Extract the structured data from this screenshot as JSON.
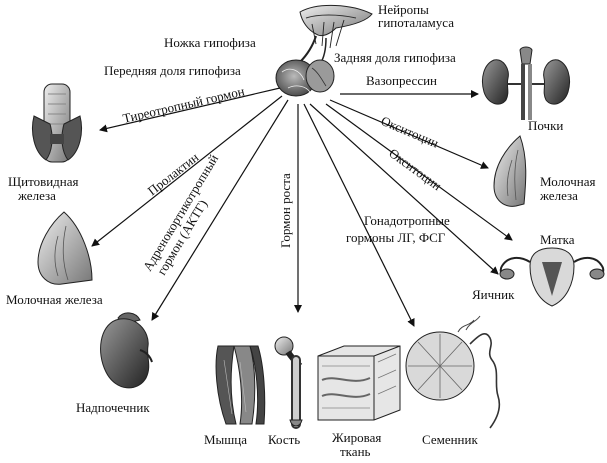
{
  "colors": {
    "ink": "#111111",
    "organ_dark": "#333333",
    "organ_mid": "#8a8a8a",
    "organ_light": "#d2d2d2"
  },
  "center": {
    "hypothalamus_neurons": [
      "Нейропы",
      "гипоталамуса"
    ],
    "stalk": "Ножка гипофиза",
    "anterior": "Передняя доля гипофиза",
    "posterior": "Задняя доля гипофиза"
  },
  "hormones": {
    "vasopressin": "Вазопрессин",
    "oxytocin_1": "Окситоцин",
    "oxytocin_2": "Окситоцин",
    "tsh": "Тиреотропный гормон",
    "prolactin": "Пролактин",
    "acth": [
      "Адренокортикотропный",
      "гормон (АКТГ)"
    ],
    "gh": "Гормон роста",
    "gonadotropins": [
      "Гонадотропные",
      "гормоны ЛГ, ФСГ"
    ]
  },
  "organs": {
    "kidneys": "Почки",
    "breast_right": [
      "Молочная",
      "железа"
    ],
    "uterus": "Матка",
    "ovary": "Яичник",
    "thyroid": [
      "Щитовидная",
      "железа"
    ],
    "breast_left": "Молочная железа",
    "adrenal": "Надпочечник",
    "muscle": "Мышца",
    "bone": "Кость",
    "fat": [
      "Жировая",
      "ткань"
    ],
    "testis": "Семенник"
  }
}
